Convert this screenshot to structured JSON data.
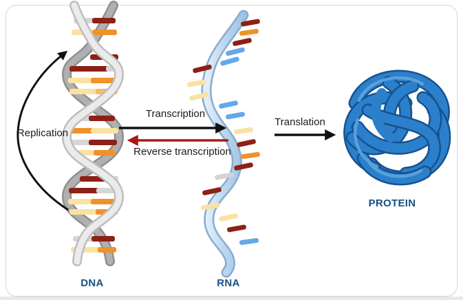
{
  "diagram": {
    "type": "process-diagram",
    "nodes": [
      {
        "id": "dna",
        "label": "DNA",
        "label_color": "#16507f",
        "molecule_colors": {
          "strand_light": "#e9e9e9",
          "strand_dark": "#adadad",
          "base_dark_red": "#8e2016",
          "base_orange": "#f0922a",
          "base_cream": "#fae2a2",
          "base_silver": "#d6d6d6"
        }
      },
      {
        "id": "rna",
        "label": "RNA",
        "label_color": "#16507f",
        "molecule_colors": {
          "ribbon_light": "#d9e7f7",
          "ribbon_dark": "#86abd0",
          "base_dark_red": "#8e2016",
          "base_orange": "#f0922a",
          "base_cream": "#fae2a2",
          "base_blue": "#64a8e8",
          "base_silver": "#d4d4d4"
        }
      },
      {
        "id": "protein",
        "label": "PROTEIN",
        "label_color": "#16507f",
        "molecule_colors": {
          "body": "#2b7fcb",
          "shade": "#16528f",
          "highlight": "#5fa4de"
        }
      }
    ],
    "processes": [
      {
        "id": "replication",
        "label": "Replication",
        "from": "dna",
        "to": "dna",
        "arrow_color": "#111111",
        "arrow_shape": "curved"
      },
      {
        "id": "transcription",
        "label": "Transcription",
        "from": "dna",
        "to": "rna",
        "arrow_color": "#111111",
        "arrow_shape": "straight-right"
      },
      {
        "id": "reverse-transcription",
        "label": "Reverse transcription",
        "from": "rna",
        "to": "dna",
        "arrow_color": "#a81b12",
        "arrow_shape": "straight-left"
      },
      {
        "id": "translation",
        "label": "Translation",
        "from": "rna",
        "to": "protein",
        "arrow_color": "#111111",
        "arrow_shape": "straight-right"
      }
    ]
  }
}
